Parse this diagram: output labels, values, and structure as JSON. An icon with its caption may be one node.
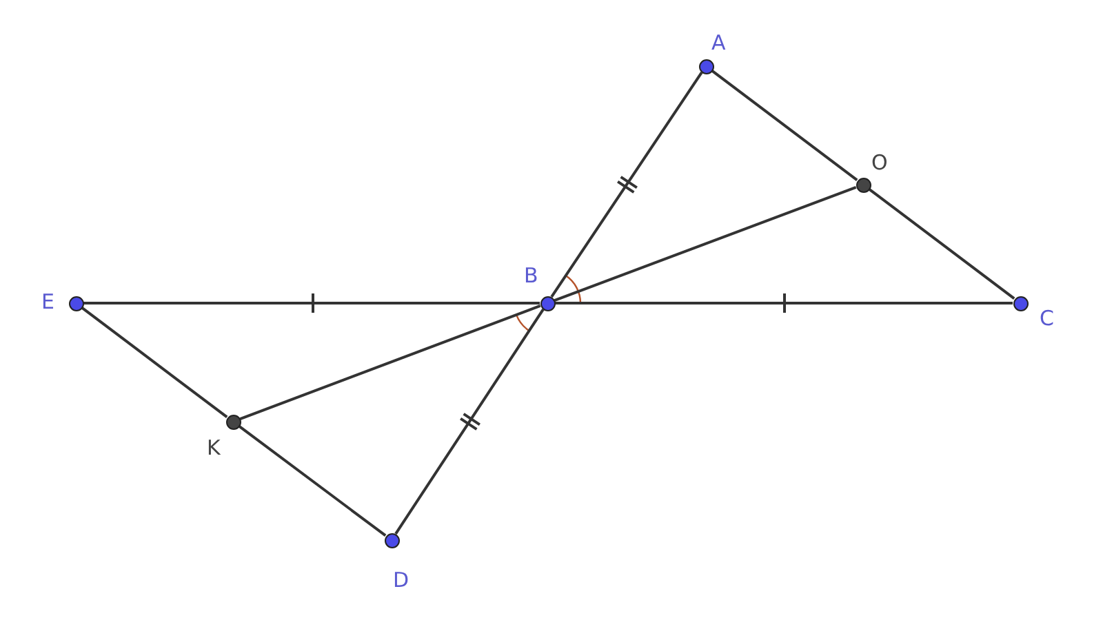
{
  "diagram": {
    "nodes": [
      {
        "text": [],
        "shape": "circle",
        "beside": [
          "A"
        ]
      },
      {
        "text": [],
        "shape": "circle",
        "beside": [
          "O"
        ]
      },
      {
        "text": [],
        "shape": "circle",
        "beside": [
          "B"
        ]
      },
      {
        "text": [],
        "shape": "circle",
        "beside": [
          "E"
        ]
      },
      {
        "text": [],
        "shape": "circle",
        "beside": [
          "C"
        ]
      },
      {
        "text": [],
        "shape": "circle",
        "beside": [
          "K"
        ]
      },
      {
        "text": [],
        "shape": "circle",
        "beside": [
          "D"
        ]
      }
    ],
    "edges": [
      {
        "from": 0,
        "to": 2,
        "arrow": "none"
      },
      {
        "from": 2,
        "to": 6,
        "arrow": "none"
      },
      {
        "from": 3,
        "to": 2,
        "arrow": "none"
      },
      {
        "from": 2,
        "to": 4,
        "arrow": "none"
      },
      {
        "from": 0,
        "to": 1,
        "arrow": "none"
      },
      {
        "from": 1,
        "to": 4,
        "arrow": "none"
      },
      {
        "from": 3,
        "to": 5,
        "arrow": "none"
      },
      {
        "from": 5,
        "to": 6,
        "arrow": "none"
      },
      {
        "from": 5,
        "to": 2,
        "arrow": "none"
      },
      {
        "from": 2,
        "to": 1,
        "arrow": "none"
      }
    ]
  }
}
